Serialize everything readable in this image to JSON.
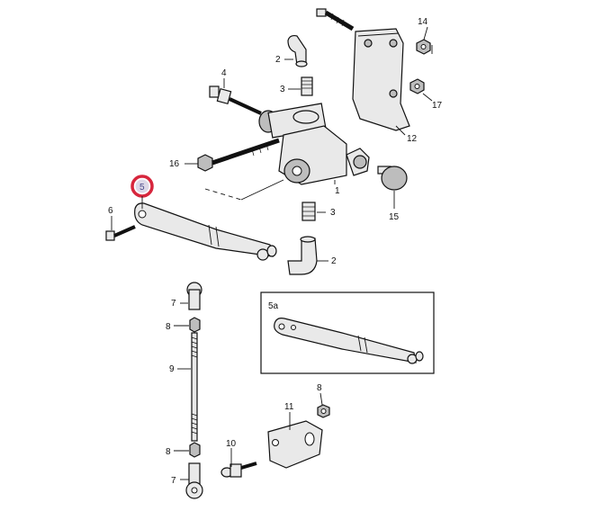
{
  "diagram": {
    "callouts": {
      "c1": "1",
      "c2a": "2",
      "c2b": "2",
      "c3a": "3",
      "c3b": "3",
      "c4": "4",
      "c5": "5",
      "c6": "6",
      "c7a": "7",
      "c7b": "7",
      "c8a": "8",
      "c8b": "8",
      "c8c": "8",
      "c9": "9",
      "c10": "10",
      "c11": "11",
      "c12": "12",
      "c14": "14",
      "c15": "15",
      "c16": "16",
      "c17": "17"
    },
    "inset": {
      "label": "5a"
    },
    "highlight_color": "#d7263d"
  }
}
